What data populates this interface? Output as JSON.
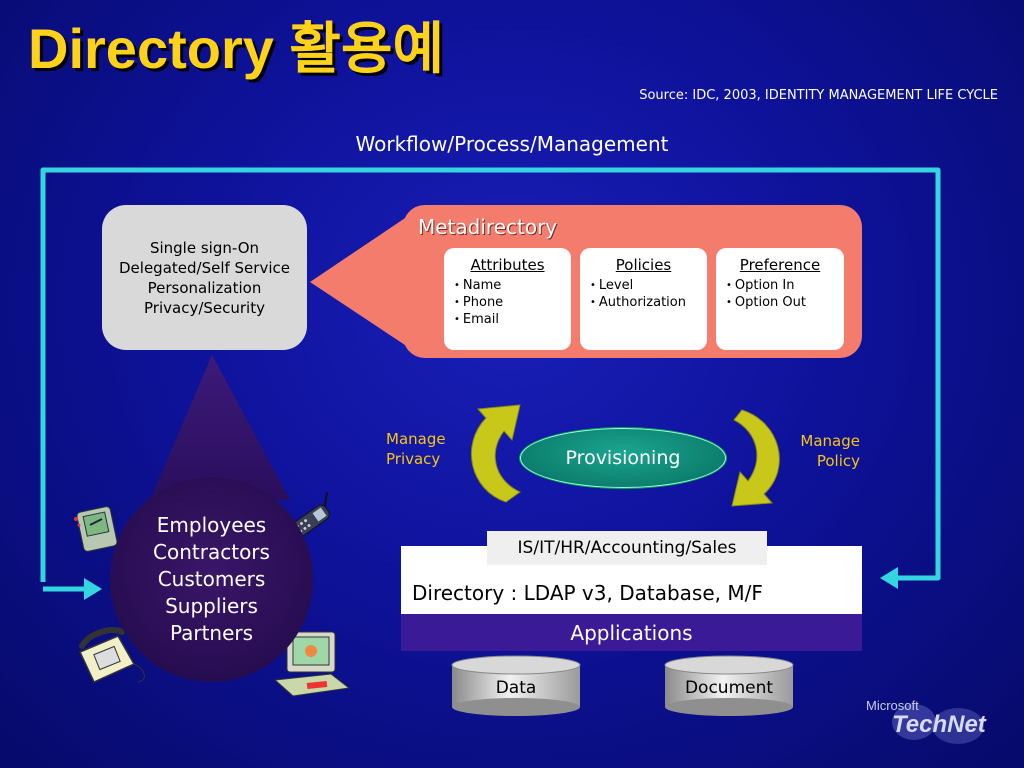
{
  "title": "Directory 활용예",
  "source": "Source: IDC, 2003, IDENTITY MANAGEMENT LIFE CYCLE",
  "workflow_label": "Workflow/Process/Management",
  "sso_box": {
    "lines": [
      "Single sign-On",
      "Delegated/Self Service",
      "Personalization",
      "Privacy/Security"
    ]
  },
  "metadirectory": {
    "title": "Metadirectory",
    "cards": [
      {
        "heading": "Attributes",
        "items": [
          "Name",
          "Phone",
          "Email"
        ]
      },
      {
        "heading": "Policies",
        "items": [
          "Level",
          "Authorization"
        ]
      },
      {
        "heading": "Preference",
        "items": [
          "Option In",
          "Option Out"
        ]
      }
    ]
  },
  "manage_privacy": [
    "Manage",
    "Privacy"
  ],
  "manage_policy": [
    "Manage",
    "Policy"
  ],
  "provisioning": "Provisioning",
  "directory": {
    "tag": "IS/IT/HR/Accounting/Sales",
    "main": "Directory : LDAP v3, Database, M/F",
    "applications": "Applications"
  },
  "people": [
    "Employees",
    "Contractors",
    "Customers",
    "Suppliers",
    "Partners"
  ],
  "storage": {
    "data": "Data",
    "document": "Document"
  },
  "logo": "Microsoft TechNet",
  "colors": {
    "title": "#ffd21a",
    "loop_arrow": "#33d6e0",
    "metadirectory": "#f47c6c",
    "manage_text": "#f5c518",
    "cycle_arrows": "#c8c81a",
    "applications_bar": "#3a1a96"
  }
}
